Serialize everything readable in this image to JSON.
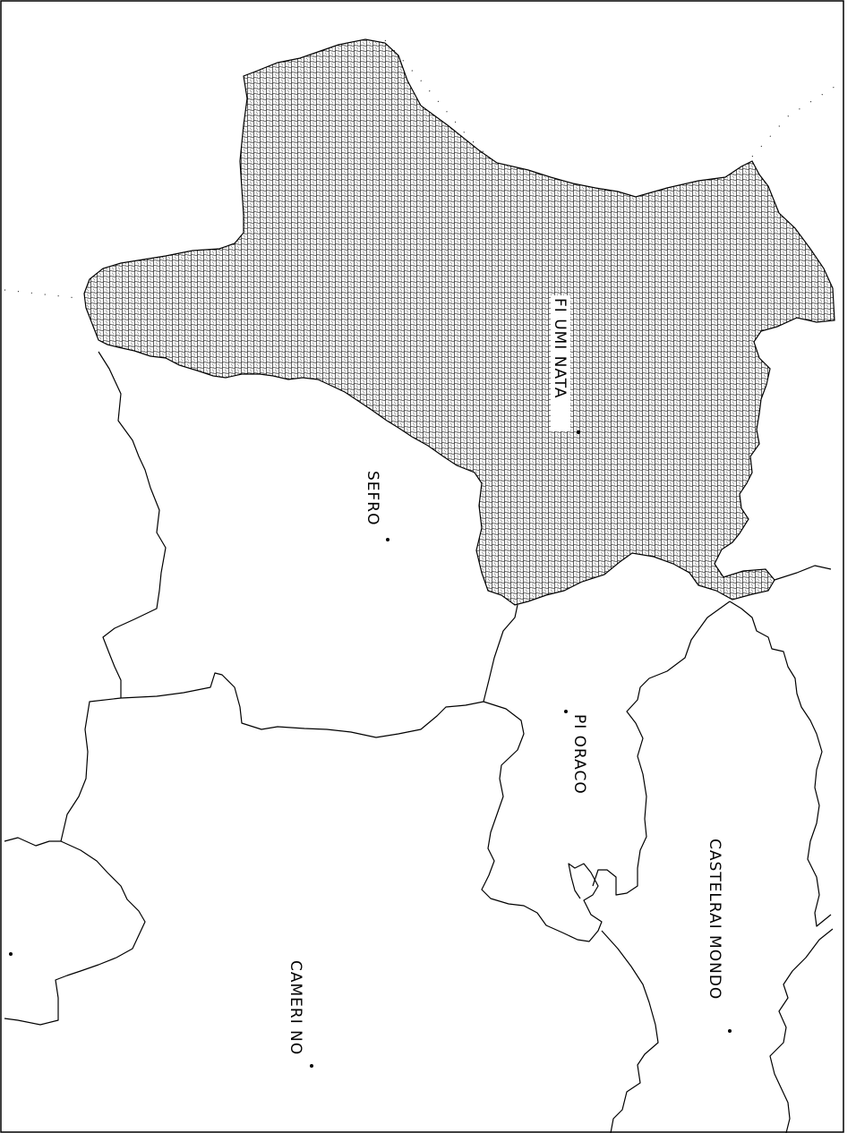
{
  "map": {
    "highlighted_municipality": "FIUMINATA",
    "municipalities": [
      {
        "id": "fiuminata",
        "label": "FI UMI NATA",
        "highlighted": true
      },
      {
        "id": "sefro",
        "label": "SEFRO",
        "highlighted": false
      },
      {
        "id": "pioraco",
        "label": "PI ORACO",
        "highlighted": false
      },
      {
        "id": "castelraimondo",
        "label": "CASTELRAI MONDO",
        "highlighted": false
      },
      {
        "id": "camerino",
        "label": "CAMERI NO",
        "highlighted": false
      }
    ],
    "colors": {
      "line": "#000000",
      "background": "#ffffff",
      "fill_pattern": "hexagon"
    }
  }
}
